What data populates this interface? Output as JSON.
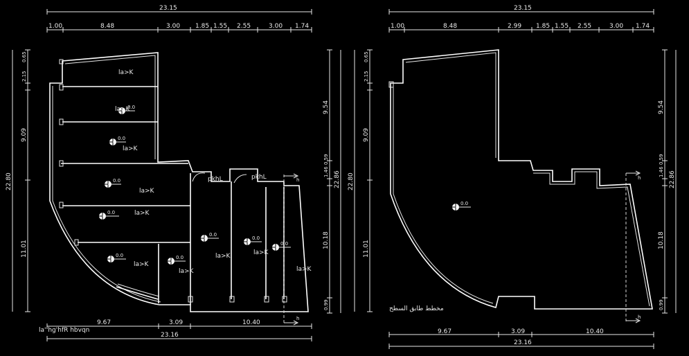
{
  "plans": [
    {
      "top_total": "23.15",
      "top_dims": [
        "1.00",
        "8.48",
        "3.00",
        "1.85",
        "1.55",
        "2.55",
        "3.00",
        "1.74"
      ],
      "left_total": "22.80",
      "left_dims": [
        "2.15",
        "0.65",
        "9.09",
        "11.01"
      ],
      "right_dims": [
        "9.54",
        "1.46",
        "0.59",
        "10.18",
        "0.99"
      ],
      "right_total": "22.86",
      "bottom_dims": [
        "9.67",
        "3.09",
        "10.40"
      ],
      "bottom_total": "23.16",
      "caption": "la' hg'hfR hbvqn",
      "room_labels": [
        "la>K",
        "la>K",
        "la>K",
        "la>K",
        "la>K",
        "la>K",
        "la>K",
        "la>K",
        "la>K",
        "la>K"
      ],
      "level": "0.0",
      "door_labels": [
        "pkhL",
        "pkhL"
      ],
      "section_marks": [
        "h",
        "h"
      ]
    },
    {
      "top_total": "23.15",
      "top_dims": [
        "1.00",
        "8.48",
        "2.99",
        "1.85",
        "1.55",
        "2.55",
        "3.00",
        "1.74"
      ],
      "left_total": "22.80",
      "left_dims": [
        "2.15",
        "0.65",
        "9.09",
        "11.01"
      ],
      "right_dims": [
        "9.54",
        "1.46",
        "0.59",
        "10.18",
        "0.99"
      ],
      "right_total": "22.86",
      "bottom_dims": [
        "9.67",
        "3.09",
        "10.40"
      ],
      "bottom_total": "23.16",
      "caption": "مخطط طابق السطح",
      "level": "0.0",
      "section_marks": [
        "h",
        "h"
      ]
    }
  ]
}
